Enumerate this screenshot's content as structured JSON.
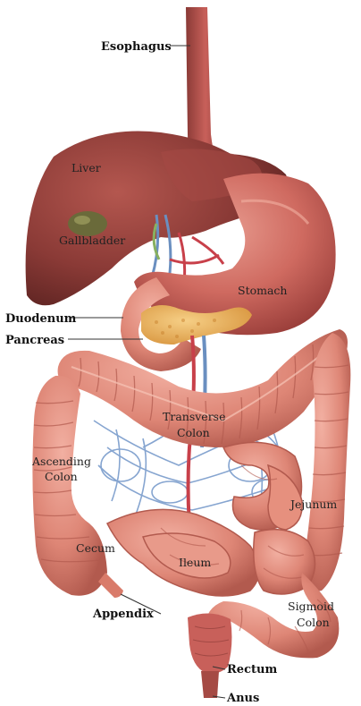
{
  "labels": {
    "esophagus": "Esophagus",
    "liver": "Liver",
    "gallbladder": "Gallbladder",
    "stomach": "Stomach",
    "duodenum": "Duodenum",
    "pancreas": "Pancreas",
    "transverse_colon_1": "Transverse",
    "transverse_colon_2": "Colon",
    "ascending_colon_1": "Ascending",
    "ascending_colon_2": "Colon",
    "jejunum": "Jejunum",
    "cecum": "Cecum",
    "ileum": "Ileum",
    "appendix": "Appendix",
    "sigmoid_colon_1": "Sigmoid",
    "sigmoid_colon_2": "Colon",
    "rectum": "Rectum",
    "anus": "Anus"
  },
  "colors": {
    "liver": "#8a3a36",
    "stomach": "#c8605a",
    "intestine": "#e08a7c",
    "colon": "#d97b6a",
    "vessel_blue": "#6a8fc0",
    "vessel_red": "#c8404a",
    "pancreas": "#e8b060",
    "gallbladder": "#6a6a3a"
  }
}
